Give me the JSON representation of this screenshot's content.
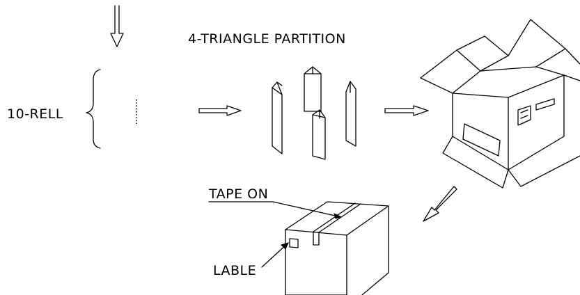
{
  "labels": {
    "partition": "4-TRIANGLE PARTITION",
    "reel_count": "10-RELL",
    "tape": "TAPE ON",
    "label": "LABLE"
  },
  "colors": {
    "stroke": "#000000",
    "background": "#ffffff"
  }
}
